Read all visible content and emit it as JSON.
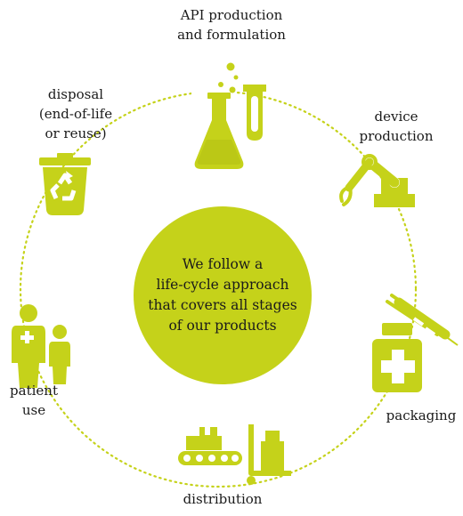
{
  "accent_color": "#c5d21a",
  "center_text": {
    "line1": "We follow a",
    "line2": "life-cycle approach",
    "line3": "that covers all stages",
    "line4": "of our products"
  },
  "stages": {
    "api": {
      "line1": "API production",
      "line2": "and formulation",
      "icon": "lab-flask-test-tube-icon"
    },
    "device": {
      "line1": "device",
      "line2": "production",
      "icon": "robotic-arm-icon"
    },
    "packaging": {
      "line1": "packaging",
      "icon": "medicine-bottle-syringe-icon"
    },
    "distribution": {
      "line1": "distribution",
      "icon": "conveyor-hand-truck-icon"
    },
    "patient": {
      "line1": "patient",
      "line2": "use",
      "icon": "patients-icon"
    },
    "disposal": {
      "line1": "disposal",
      "line2": "(end-of-life",
      "line3": "or reuse)",
      "icon": "recycle-bin-icon"
    }
  }
}
